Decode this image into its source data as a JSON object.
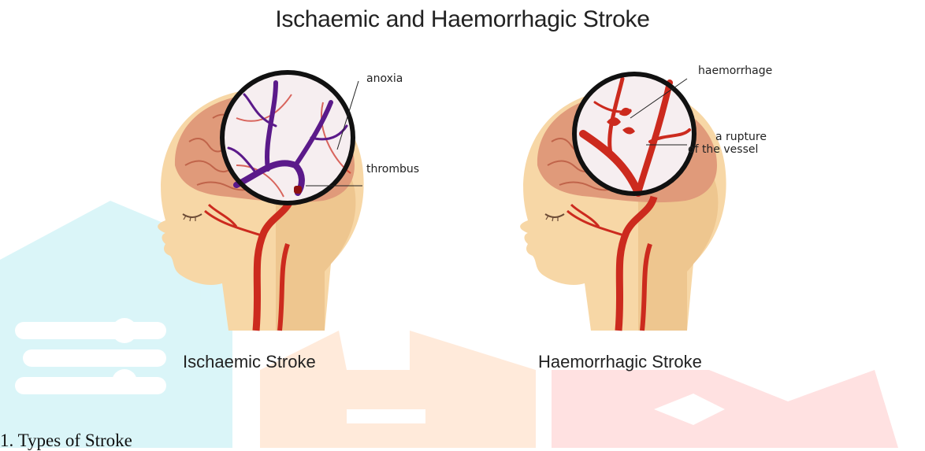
{
  "title": "Ischaemic and Haemorrhagic Stroke",
  "left_panel": {
    "caption": "Ischaemic Stroke",
    "labels": {
      "anoxia": "anoxia",
      "thrombus": "thrombus"
    }
  },
  "right_panel": {
    "caption": "Haemorrhagic Stroke",
    "labels": {
      "haemorrhage": "haemorrhage",
      "rupture_line1": "a rupture",
      "rupture_line2": "of the vessel"
    }
  },
  "footer": {
    "text": "1. Types of Stroke"
  },
  "colors": {
    "skin": "#f7d7a6",
    "skin_shadow": "#e8b87c",
    "brain": "#e09a7a",
    "artery": "#cc2a1e",
    "thrombus_vessel": "#5b1a8a",
    "lens_border": "#111111",
    "wm_cyan": "#18c2d8",
    "wm_orange": "#ffd2b0",
    "wm_red": "#ffc7c7"
  }
}
